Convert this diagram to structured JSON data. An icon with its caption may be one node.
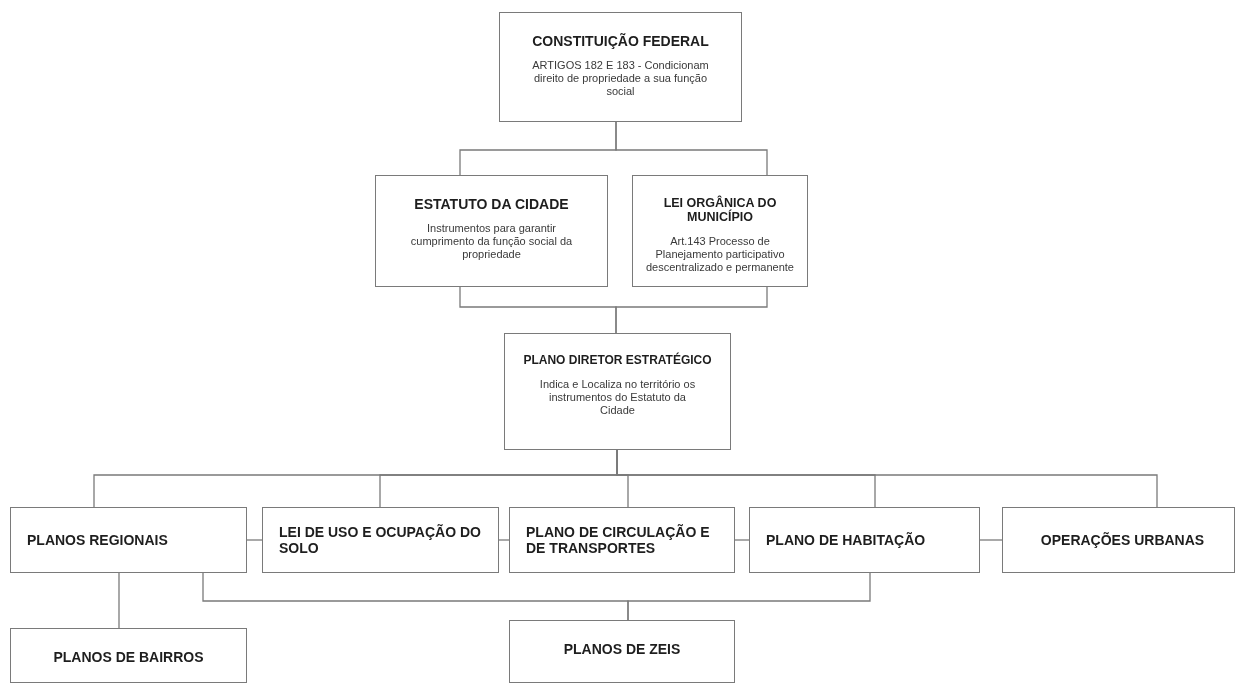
{
  "diagram": {
    "nodes": [
      {
        "text": [
          "CONSTITUIÇÃO FEDERAL",
          "ARTIGOS 182 E 183 - Condicionam direito de propriedade a sua função social"
        ]
      },
      {
        "text": [
          "ESTATUTO DA CIDADE",
          "Instrumentos para garantir cumprimento da função social da propriedade"
        ]
      },
      {
        "text": [
          "LEI ORGÂNICA DO MUNICÍPIO",
          "Art.143 Processo de Planejamento participativo descentralizado e permanente"
        ]
      },
      {
        "text": [
          "PLANO DIRETOR ESTRATÉGICO",
          "Indica e Localiza no território os instrumentos do Estatuto da Cidade"
        ]
      },
      {
        "text": [
          "PLANOS REGIONAIS"
        ]
      },
      {
        "text": [
          "LEI DE USO E OCUPAÇÃO DO SOLO"
        ]
      },
      {
        "text": [
          "PLANO DE CIRCULAÇÃO E DE TRANSPORTES"
        ]
      },
      {
        "text": [
          "PLANO DE HABITAÇÃO"
        ]
      },
      {
        "text": [
          "OPERAÇÕES URBANAS"
        ]
      },
      {
        "text": [
          "PLANOS DE BAIRROS"
        ]
      },
      {
        "text": [
          "PLANOS DE ZEIS"
        ]
      }
    ],
    "edges": [
      {
        "from": 0,
        "to": 1,
        "arrow": "none"
      },
      {
        "from": 0,
        "to": 2,
        "arrow": "none"
      },
      {
        "from": 1,
        "to": 3,
        "arrow": "none"
      },
      {
        "from": 2,
        "to": 3,
        "arrow": "none"
      },
      {
        "from": 3,
        "to": 4,
        "arrow": "none"
      },
      {
        "from": 3,
        "to": 5,
        "arrow": "none"
      },
      {
        "from": 3,
        "to": 6,
        "arrow": "none"
      },
      {
        "from": 3,
        "to": 7,
        "arrow": "none"
      },
      {
        "from": 3,
        "to": 8,
        "arrow": "none"
      },
      {
        "from": 4,
        "to": 5,
        "arrow": "none"
      },
      {
        "from": 5,
        "to": 6,
        "arrow": "none"
      },
      {
        "from": 6,
        "to": 7,
        "arrow": "none"
      },
      {
        "from": 7,
        "to": 8,
        "arrow": "none"
      },
      {
        "from": 4,
        "to": 9,
        "arrow": "none"
      },
      {
        "from": 4,
        "to": 10,
        "arrow": "none"
      },
      {
        "from": 7,
        "to": 10,
        "arrow": "none"
      }
    ]
  }
}
